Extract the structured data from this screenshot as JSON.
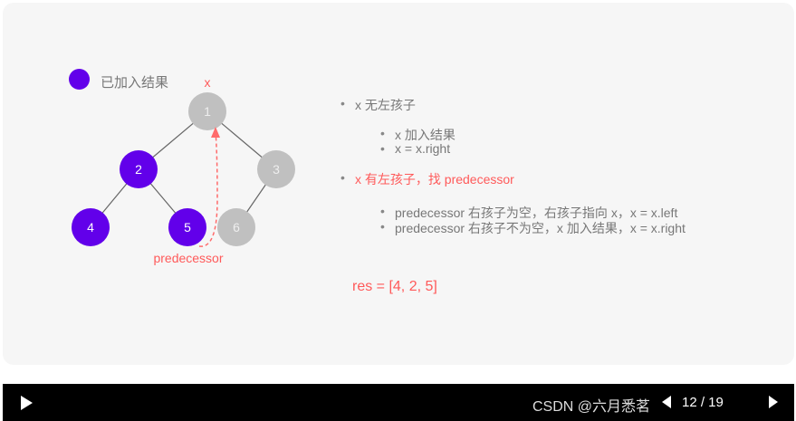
{
  "legend": {
    "label": "已加入结果",
    "color": "#6200ea"
  },
  "tree": {
    "pointer_label": "x",
    "predecessor_label": "predecessor",
    "nodes": [
      {
        "value": "1",
        "added": false
      },
      {
        "value": "2",
        "added": true
      },
      {
        "value": "3",
        "added": false
      },
      {
        "value": "4",
        "added": true
      },
      {
        "value": "5",
        "added": true
      },
      {
        "value": "6",
        "added": false
      }
    ],
    "gray_color": "#c0c0c0",
    "highlight_color": "#ff5a5a"
  },
  "notes": {
    "case1": "x 无左孩子",
    "case1_steps": [
      "x 加入结果",
      "x = x.right"
    ],
    "case2": "x 有左孩子，找 predecessor",
    "case2_steps": [
      "predecessor 右孩子为空，右孩子指向 x，x = x.left",
      "predecessor 右孩子不为空，x 加入结果，x = x.right"
    ]
  },
  "result": "res = [4, 2, 5]",
  "player": {
    "page": "12 / 19",
    "watermark": "CSDN @六月悉茗"
  }
}
